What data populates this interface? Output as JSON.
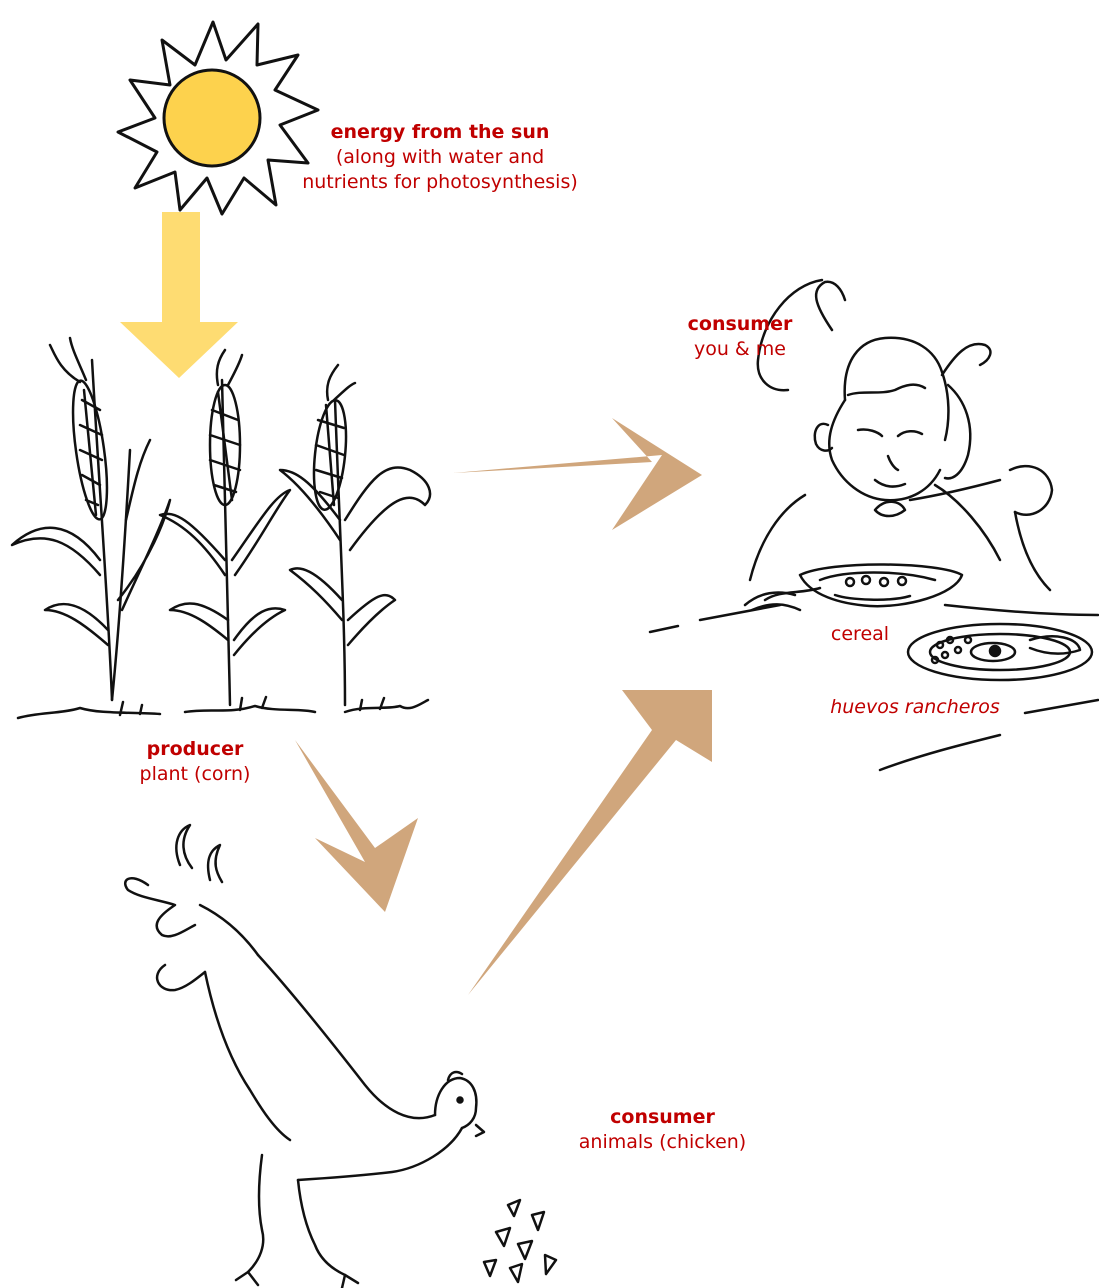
{
  "colors": {
    "label_text": "#c00000",
    "sun_fill": "#fdd24d",
    "sun_arrow": "#fedc72",
    "food_arrow": "#d0a67c",
    "line_art": "#111111"
  },
  "icons": {
    "sun": "sun-icon",
    "corn": "corn-plants-icon",
    "person": "girl-eating-icon",
    "chicken": "chicken-icon"
  },
  "labels": {
    "sun": {
      "heading": "energy from the sun",
      "line1": "(along with water and",
      "line2": "nutrients for photosynthesis)"
    },
    "producer": {
      "heading": "producer",
      "detail": "plant (corn)"
    },
    "consumer_person": {
      "heading": "consumer",
      "detail": "you & me"
    },
    "consumer_animal": {
      "heading": "consumer",
      "detail": "animals (chicken)"
    },
    "cereal": "cereal",
    "huevos": "huevos rancheros"
  }
}
